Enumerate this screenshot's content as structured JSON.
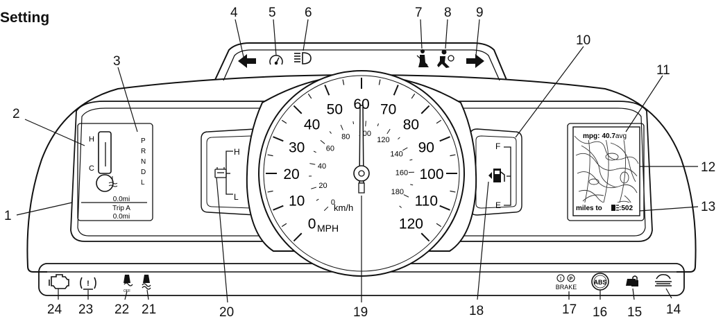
{
  "heading": "Setting",
  "callouts": [
    "1",
    "2",
    "3",
    "4",
    "5",
    "6",
    "7",
    "8",
    "9",
    "10",
    "11",
    "12",
    "13",
    "14",
    "15",
    "16",
    "17",
    "18",
    "19",
    "20",
    "21",
    "22",
    "23",
    "24"
  ],
  "temp_gauge": {
    "high": "H",
    "low": "C"
  },
  "gear_indicator": [
    "P",
    "R",
    "N",
    "D",
    "L"
  ],
  "odometer": {
    "odo": "0.0mi",
    "trip_label": "Trip A",
    "trip": "0.0mi"
  },
  "battery_gauge": {
    "high": "H",
    "low": "L"
  },
  "fuel_gauge": {
    "full": "F",
    "empty": "E"
  },
  "speedometer": {
    "mph_ticks": [
      "0",
      "10",
      "20",
      "30",
      "40",
      "50",
      "60",
      "70",
      "80",
      "90",
      "100",
      "110",
      "120"
    ],
    "kmh_ticks": [
      "0",
      "20",
      "40",
      "60",
      "80",
      "100",
      "120",
      "140",
      "160",
      "180"
    ],
    "mph_unit": "MPH",
    "kmh_unit": "km/h"
  },
  "message_center": {
    "mpg_label": "mpg:",
    "mpg_value": "40.7",
    "mpg_suffix": "avg",
    "range_label": "miles to",
    "range_value": ":502"
  },
  "warning_lamps": {
    "brake_label": "BRAKE",
    "abs_label": "ABS",
    "traction_off_label": "OFF"
  },
  "colors": {
    "line": "#111111",
    "background": "#ffffff"
  }
}
